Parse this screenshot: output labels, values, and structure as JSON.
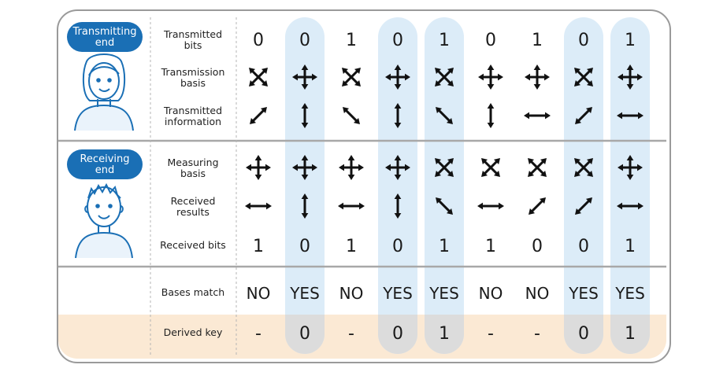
{
  "sides": [
    {
      "label": "Transmitting end",
      "avatar": "woman-avatar-icon"
    },
    {
      "label": "Receiving end",
      "avatar": "boy-avatar-icon"
    }
  ],
  "rows": [
    {
      "label": "Transmitted bits",
      "kind": "text",
      "values": [
        "0",
        "0",
        "1",
        "0",
        "1",
        "0",
        "1",
        "0",
        "1"
      ]
    },
    {
      "label": "Transmission basis",
      "kind": "basis",
      "values": [
        "diagonal",
        "rectilinear",
        "diagonal",
        "rectilinear",
        "diagonal",
        "rectilinear",
        "rectilinear",
        "diagonal",
        "rectilinear"
      ]
    },
    {
      "label": "Transmitted information",
      "kind": "arrow",
      "values": [
        "diag-up",
        "vertical",
        "diag-down",
        "vertical",
        "diag-down",
        "vertical",
        "horizontal",
        "diag-up",
        "horizontal"
      ]
    },
    {
      "label": "Measuring basis",
      "kind": "basis",
      "values": [
        "rectilinear",
        "rectilinear",
        "rectilinear",
        "rectilinear",
        "diagonal",
        "diagonal",
        "diagonal",
        "diagonal",
        "rectilinear"
      ]
    },
    {
      "label": "Received results",
      "kind": "arrow",
      "values": [
        "horizontal",
        "vertical",
        "horizontal",
        "vertical",
        "diag-down",
        "horizontal",
        "diag-up",
        "diag-up",
        "horizontal"
      ]
    },
    {
      "label": "Received bits",
      "kind": "text",
      "values": [
        "1",
        "0",
        "1",
        "0",
        "1",
        "1",
        "0",
        "0",
        "1"
      ]
    },
    {
      "label": "Bases match",
      "kind": "text",
      "values": [
        "NO",
        "YES",
        "NO",
        "YES",
        "YES",
        "NO",
        "NO",
        "YES",
        "YES"
      ]
    },
    {
      "label": "Derived key",
      "kind": "text",
      "values": [
        "-",
        "0",
        "-",
        "0",
        "1",
        "-",
        "-",
        "0",
        "1"
      ]
    }
  ],
  "highlight_columns": [
    2,
    4,
    5,
    8,
    9
  ],
  "colors": {
    "border": "#9a9a9a",
    "divider": "#a8a8a8",
    "highlight": "#dcecf8",
    "highlight_bottom": "#dcdcdc",
    "key_band": "#fbe9d4",
    "pill": "#1a6fb5",
    "avatar_line": "#1a6fb5",
    "avatar_skin": "#eaf3fb"
  }
}
